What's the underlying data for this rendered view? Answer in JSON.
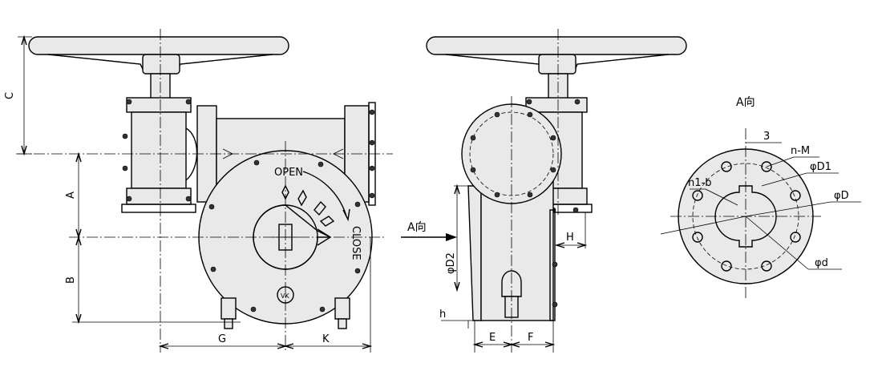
{
  "labels": {
    "dim_c": "C",
    "dim_a": "A",
    "dim_b": "B",
    "dim_g": "G",
    "dim_k": "K",
    "dim_h_upper": "H",
    "dim_h_lower": "h",
    "dim_e": "E",
    "dim_f": "F",
    "dim_d2": "φD2",
    "arrow_view": "A向",
    "view_title": "A向",
    "callout_3": "3",
    "callout_nm": "n-M",
    "callout_d1": "φD1",
    "callout_d": "φD",
    "callout_small_d": "φd",
    "callout_n1b": "n1-b",
    "dial_open": "OPEN",
    "dial_close": "CLOSE",
    "logo": "VK"
  }
}
